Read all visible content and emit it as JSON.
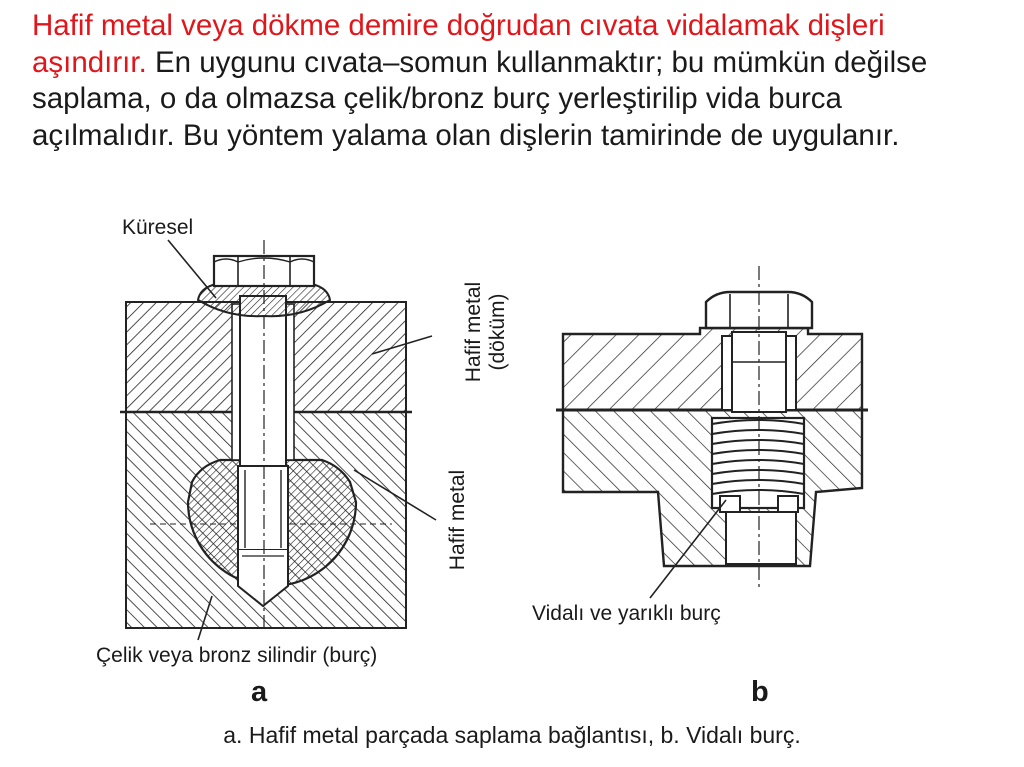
{
  "intro": {
    "highlight": "Hafif metal veya dökme demire doğrudan cıvata vidalamak dişleri aşındırır.",
    "body": " En uygunu cıvata–somun kullanmaktır; bu mümkün değilse saplama, o da olmazsa çelik/bronz burç yerleştirilip vida burca açılmalıdır. Bu yöntem yalama olan dişlerin tamirinde de uygulanır."
  },
  "figure_a": {
    "label_spherical": "Küresel",
    "label_cast": "Hafif metal\n(döküm)",
    "label_light_metal": "Hafif metal",
    "label_cylinder": "Çelik veya bronz silindir (burç)",
    "letter": "a"
  },
  "figure_b": {
    "label_insert": "Vidalı ve yarıklı burç",
    "letter": "b"
  },
  "caption": "a. Hafif metal parçada saplama bağlantısı, b. Vidalı burç.",
  "colors": {
    "highlight": "#e0161b",
    "text": "#1a1a1a",
    "ink": "#222222"
  }
}
